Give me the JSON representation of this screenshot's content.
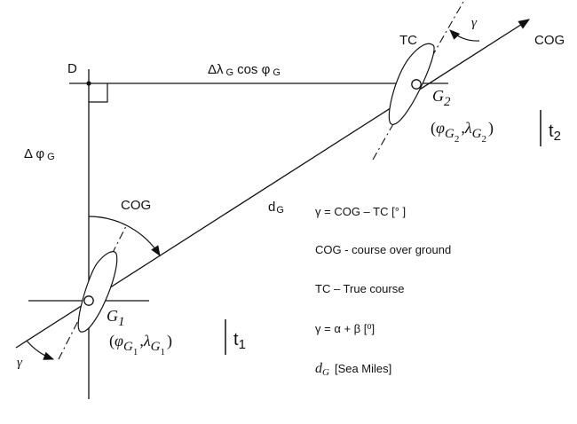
{
  "labels": {
    "point_d": "D",
    "delta_lambda_prefix": "Δλ",
    "delta_lambda_sub": "G",
    "delta_lambda_cos": "cos φ",
    "delta_lambda_cos_sub": "G",
    "delta_phi": "Δ φ",
    "delta_phi_sub": "G",
    "cog_angle": "COG",
    "distance": "d",
    "distance_sub": "G",
    "tc_top": "TC",
    "cog_arrow": "COG",
    "gamma_top": "γ",
    "gamma_bottom": "γ",
    "g1_letter": "G",
    "g1_sub": "1",
    "g2_letter": "G",
    "g2_sub": "2",
    "t1": "t",
    "t1_sub": "1",
    "t2": "t",
    "t2_sub": "2"
  },
  "coords": {
    "g1": {
      "open": "(",
      "phi": "φ",
      "g": "G",
      "idx": "1",
      "comma": ",",
      "lambda": "λ",
      "close": ")"
    },
    "g2": {
      "open": "(",
      "phi": "φ",
      "g": "G",
      "idx": "2",
      "comma": ",",
      "lambda": "λ",
      "close": ")"
    }
  },
  "legend": {
    "gamma_def": "γ = COG – TC   [° ]",
    "cog_def": "COG - course over ground",
    "tc_def": "TC – True course",
    "gamma_sum": "γ = α + β    [⁰]",
    "dg_symbol": "d",
    "dg_sub": "G",
    "dg_unit": "[Sea Miles]"
  }
}
